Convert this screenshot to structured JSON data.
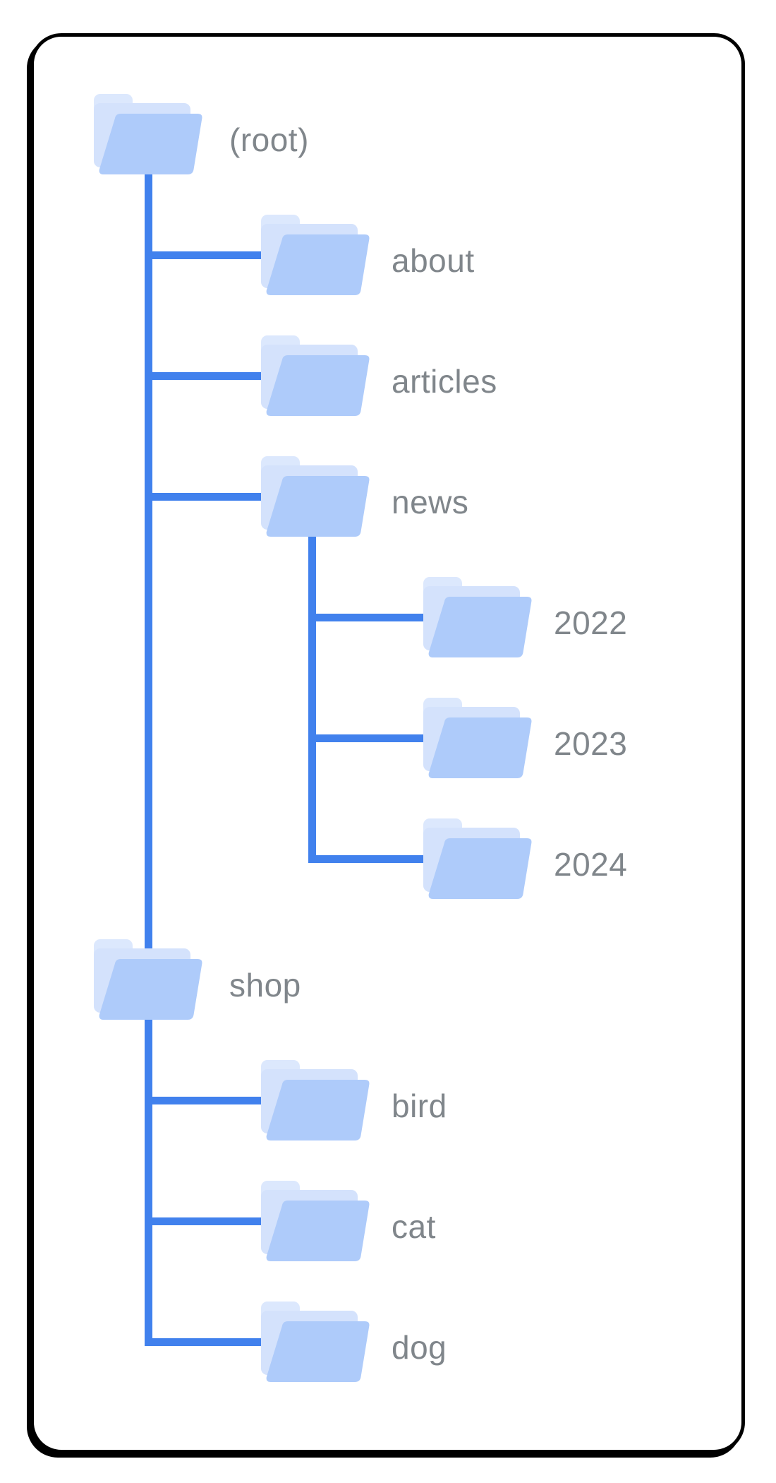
{
  "diagram": {
    "type": "site-folder-structure-tree",
    "nodes": [
      {
        "id": "root",
        "label": "(root)",
        "row": 0,
        "depth": 0
      },
      {
        "id": "about",
        "label": "about",
        "row": 1,
        "depth": 1
      },
      {
        "id": "articles",
        "label": "articles",
        "row": 2,
        "depth": 1
      },
      {
        "id": "news",
        "label": "news",
        "row": 3,
        "depth": 1
      },
      {
        "id": "2022",
        "label": "2022",
        "row": 4,
        "depth": 2
      },
      {
        "id": "2023",
        "label": "2023",
        "row": 5,
        "depth": 2
      },
      {
        "id": "2024",
        "label": "2024",
        "row": 6,
        "depth": 2
      },
      {
        "id": "shop",
        "label": "shop",
        "row": 7,
        "depth": 0
      },
      {
        "id": "bird",
        "label": "bird",
        "row": 8,
        "depth": 1
      },
      {
        "id": "cat",
        "label": "cat",
        "row": 9,
        "depth": 1
      },
      {
        "id": "dog",
        "label": "dog",
        "row": 10,
        "depth": 1
      }
    ],
    "hierarchy": {
      "root": [
        "about",
        "articles",
        "news",
        "shop"
      ],
      "news": [
        "2022",
        "2023",
        "2024"
      ],
      "shop": [
        "bird",
        "cat",
        "dog"
      ]
    },
    "colors": {
      "connector_line": "#4181ed",
      "folder_front": "#aecbfa",
      "folder_back_sheet": "#d4e2fc",
      "folder_back_tab": "#dce8fd",
      "label_text": "#80868b",
      "card_border": "#000000",
      "background": "#ffffff"
    }
  }
}
